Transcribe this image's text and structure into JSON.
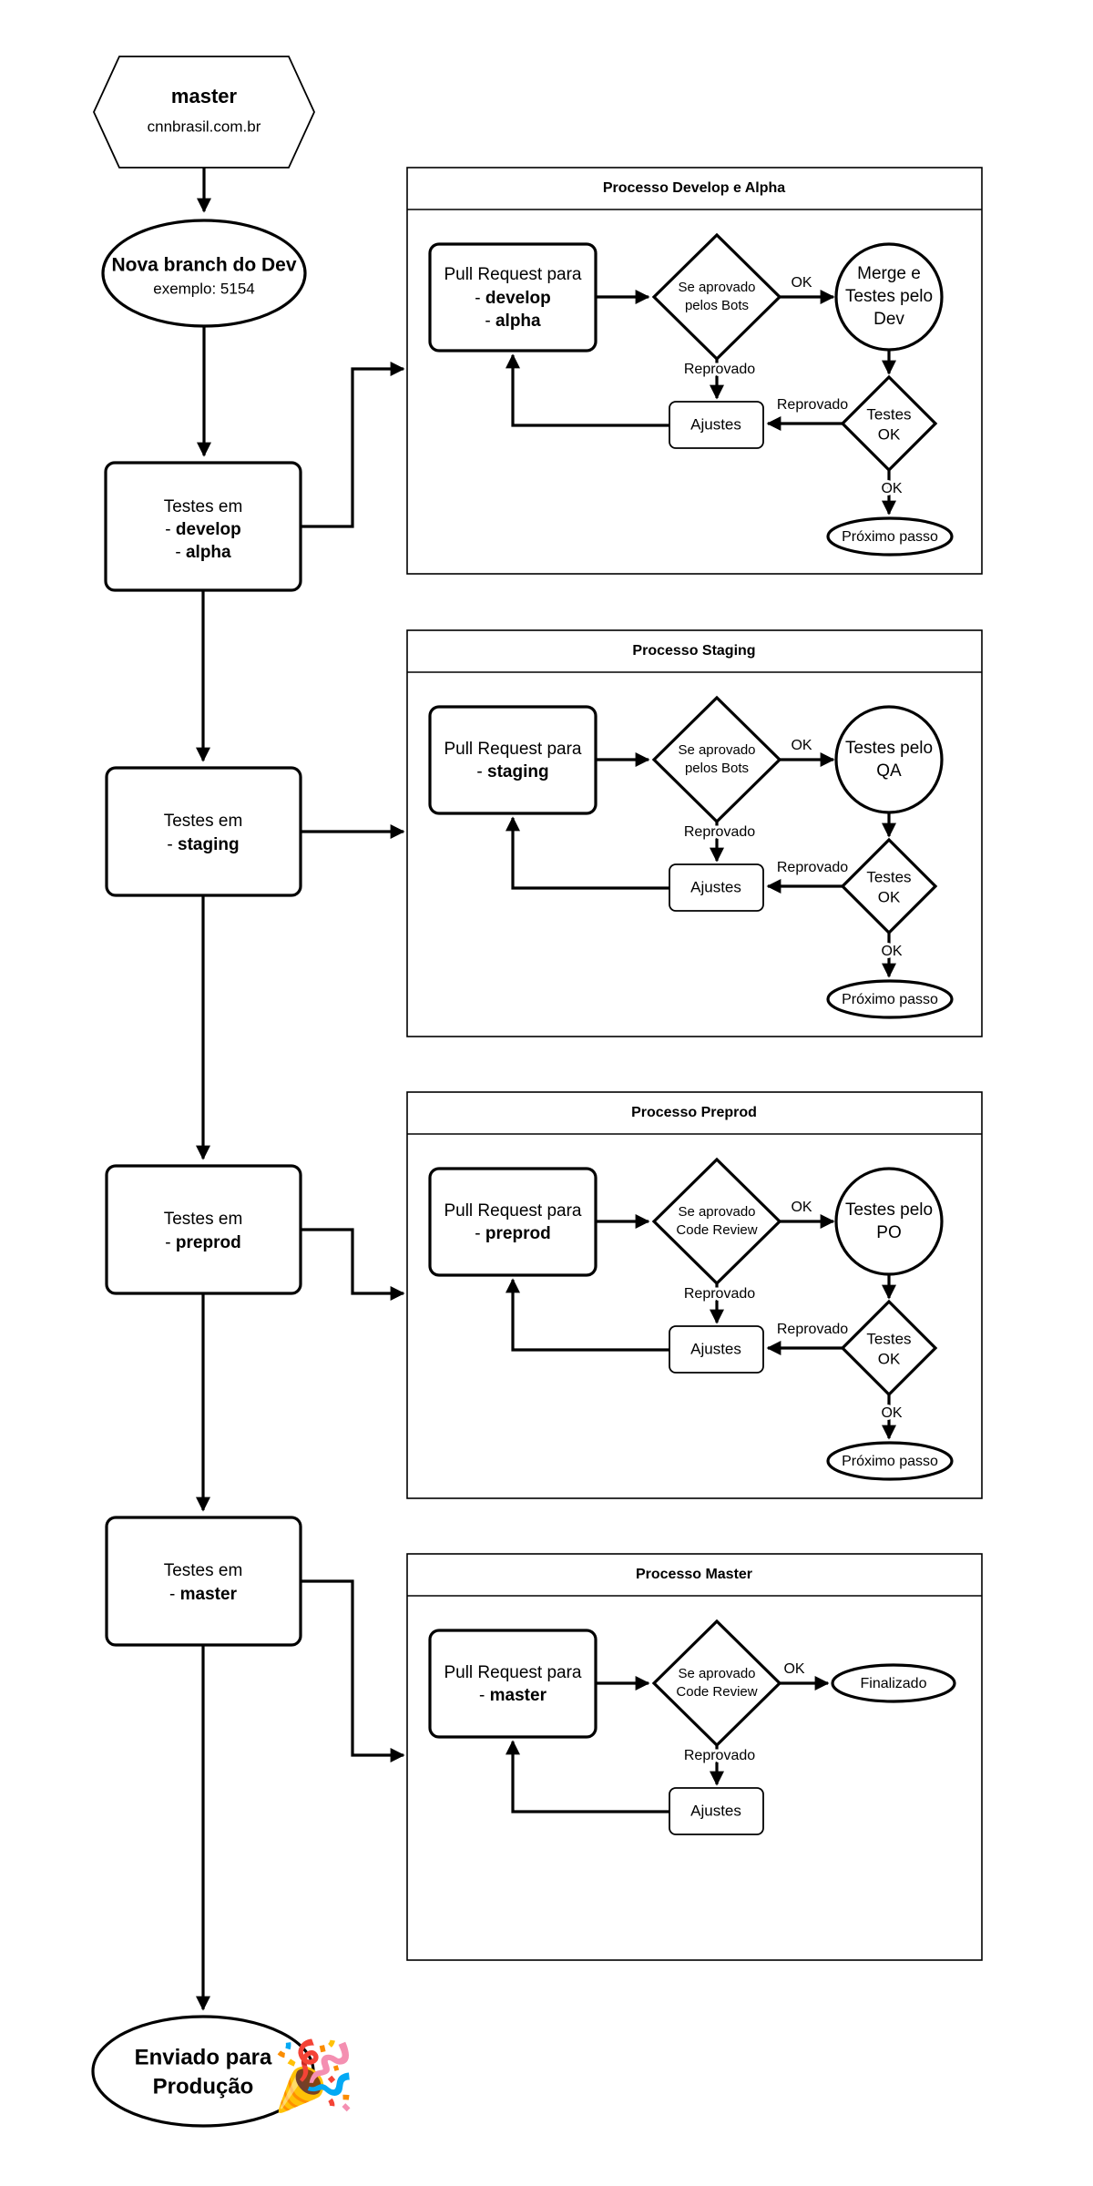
{
  "main_flow": {
    "master": {
      "title": "master",
      "subtitle": "cnnbrasil.com.br"
    },
    "new_branch": {
      "title": "Nova branch do Dev",
      "subtitle": "exemplo: 5154"
    },
    "tests_develop": {
      "line1": "Testes em",
      "line2_prefix": "- ",
      "line2_bold": "develop",
      "line3_prefix": "- ",
      "line3_bold": "alpha"
    },
    "tests_staging": {
      "line1": "Testes em",
      "line2_prefix": "- ",
      "line2_bold": "staging"
    },
    "tests_preprod": {
      "line1": "Testes em",
      "line2_prefix": "- ",
      "line2_bold": "preprod"
    },
    "tests_master": {
      "line1": "Testes em",
      "line2_prefix": "- ",
      "line2_bold": "master"
    },
    "production": {
      "line1": "Enviado para",
      "line2": "Produção"
    },
    "emoji": "🎉"
  },
  "processes": [
    {
      "title": "Processo Develop e Alpha",
      "pr_line1": "Pull Request para",
      "pr_prefix": "- ",
      "pr_bold": "develop",
      "pr_prefix2": "- ",
      "pr_bold2": "alpha",
      "decision_line1": "Se aprovado",
      "decision_line2": "pelos Bots",
      "ok_label": "OK",
      "approval_line1": "Merge e",
      "approval_line2": "Testes pelo",
      "approval_line3": "Dev",
      "rejected_label": "Reprovado",
      "adjust_label": "Ajustes",
      "tests_ok_line1": "Testes",
      "tests_ok_line2": "OK",
      "rejected_label_2": "Reprovado",
      "ok_label_2": "OK",
      "next_label": "Próximo passo"
    },
    {
      "title": "Processo Staging",
      "pr_line1": "Pull Request para",
      "pr_prefix": "- ",
      "pr_bold": "staging",
      "decision_line1": "Se aprovado",
      "decision_line2": "pelos Bots",
      "ok_label": "OK",
      "approval_line1": "Testes pelo",
      "approval_line2": "QA",
      "rejected_label": "Reprovado",
      "adjust_label": "Ajustes",
      "tests_ok_line1": "Testes",
      "tests_ok_line2": "OK",
      "rejected_label_2": "Reprovado",
      "ok_label_2": "OK",
      "next_label": "Próximo passo"
    },
    {
      "title": "Processo Preprod",
      "pr_line1": "Pull Request para",
      "pr_prefix": "- ",
      "pr_bold": "preprod",
      "decision_line1": "Se aprovado",
      "decision_line2": "Code Review",
      "ok_label": "OK",
      "approval_line1": "Testes pelo",
      "approval_line2": "PO",
      "rejected_label": "Reprovado",
      "adjust_label": "Ajustes",
      "tests_ok_line1": "Testes",
      "tests_ok_line2": "OK",
      "rejected_label_2": "Reprovado",
      "ok_label_2": "OK",
      "next_label": "Próximo passo"
    },
    {
      "title": "Processo Master",
      "pr_line1": "Pull Request para",
      "pr_prefix": "- ",
      "pr_bold": "master",
      "decision_line1": "Se aprovado",
      "decision_line2": "Code Review",
      "ok_label": "OK",
      "final_label": "Finalizado",
      "rejected_label": "Reprovado",
      "adjust_label": "Ajustes"
    }
  ]
}
